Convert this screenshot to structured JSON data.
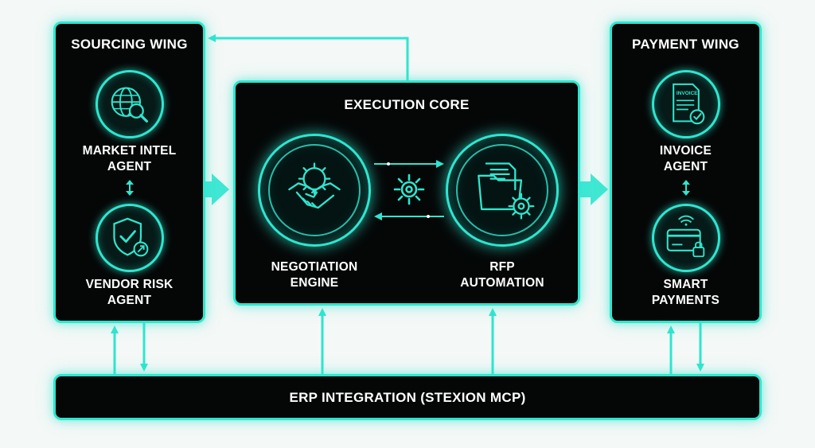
{
  "sourcing_wing": {
    "title": "SOURCING WING",
    "market_intel": {
      "line1": "MARKET INTEL",
      "line2": "AGENT",
      "icon": "globe-search-icon"
    },
    "vendor_risk": {
      "line1": "VENDOR RISK",
      "line2": "AGENT",
      "icon": "shield-check-icon"
    }
  },
  "execution_core": {
    "title": "EXECUTION CORE",
    "negotiation": {
      "line1": "NEGOTIATION",
      "line2": "ENGINE",
      "icon": "handshake-gear-icon"
    },
    "rfp": {
      "line1": "RFP",
      "line2": "AUTOMATION",
      "icon": "folder-gear-icon"
    },
    "center_icon": "gear-icon"
  },
  "payment_wing": {
    "title": "PAYMENT WING",
    "invoice": {
      "line1": "INVOICE",
      "line2": "AGENT",
      "icon": "invoice-check-icon",
      "doc_text": "INVOICE"
    },
    "smart_payments": {
      "line1": "SMART",
      "line2": "PAYMENTS",
      "icon": "contactless-card-lock-icon"
    }
  },
  "erp_bar": {
    "label": "ERP INTEGRATION (STEXION MCP)"
  },
  "colors": {
    "accent": "#2ee6cf",
    "panel": "#050707",
    "text": "#ffffff",
    "background": "#f4f8f7"
  }
}
